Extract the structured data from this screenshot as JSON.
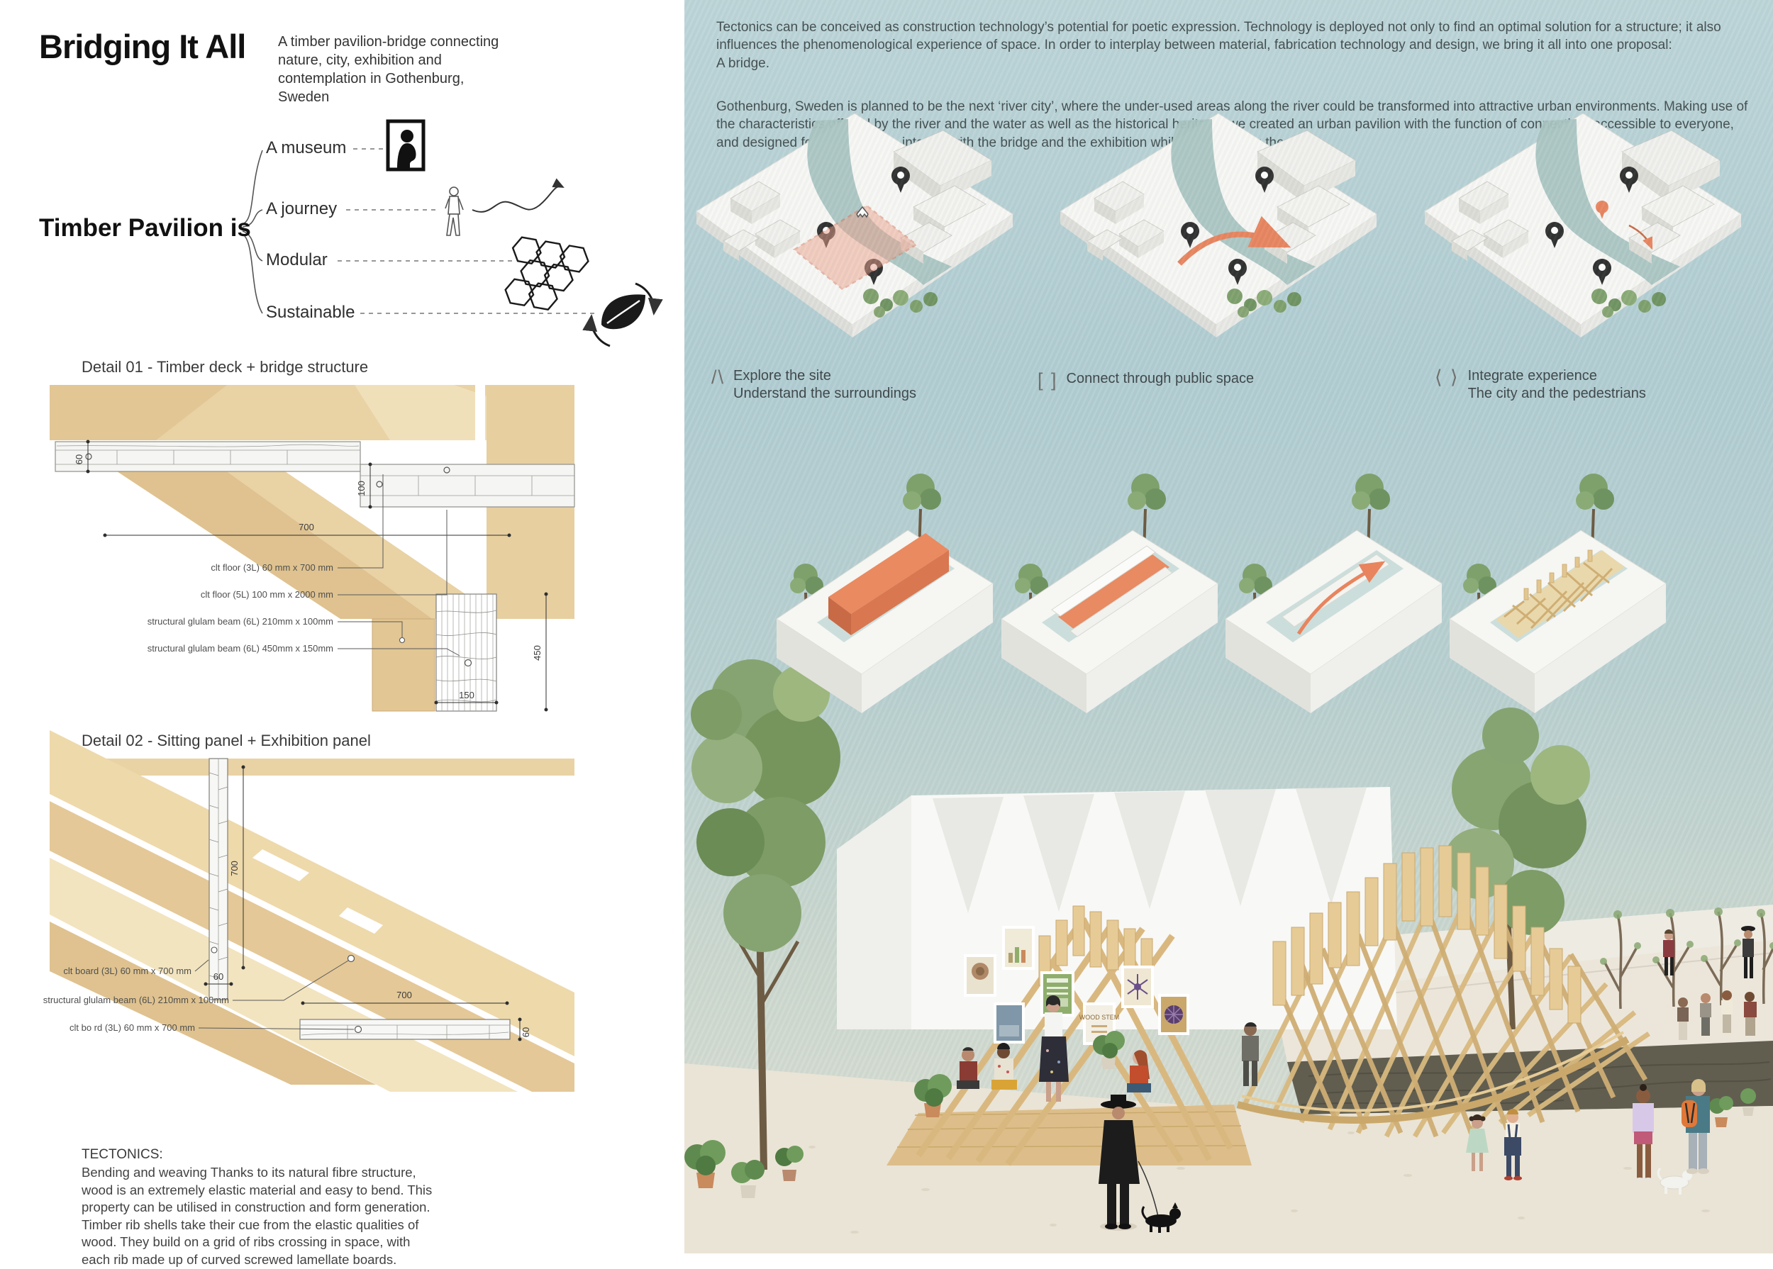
{
  "header": {
    "title": "Bridging It All",
    "subtitle": "A timber pavilion-bridge connecting nature, city, exhibition and contemplation in Gothenburg, Sweden"
  },
  "concept": {
    "root": "Timber Pavilion is",
    "branches": [
      "A museum",
      "A journey",
      "Modular",
      "Sustainable"
    ]
  },
  "detail01": {
    "title": "Detail 01 - Timber deck + bridge structure",
    "annotations": [
      "clt floor (3L) 60 mm x 700 mm",
      "clt floor (5L) 100 mm x 2000 mm",
      "structural glulam beam (6L) 210mm x 100mm",
      "structural glulam beam (6L) 450mm x 150mm"
    ],
    "dims": {
      "deck_left": "60",
      "deck_right": "100",
      "span": "700",
      "column_height": "450",
      "column_width": "150"
    }
  },
  "detail02": {
    "title": "Detail 02 - Sitting panel + Exhibition panel",
    "annotations": [
      "clt board (3L) 60 mm x 700 mm",
      "structural glulam beam (6L) 210mm x 100mm",
      "clt bo rd (3L) 60 mm x 700 mm"
    ],
    "dims": {
      "panel_height": "700",
      "panel_width": "60",
      "board_span": "700",
      "board_thickness": "60"
    }
  },
  "tectonics": {
    "heading": "TECTONICS:",
    "body": "Bending and weaving Thanks to its natural fibre structure, wood is an extremely elastic material and easy to bend. This property can be utilised in construction and form generation. Timber rib shells take their cue from the elastic qualities of wood. They build on a grid of ribs crossing in space, with each rib made up of curved screwed lamellate boards."
  },
  "right": {
    "para1": "Tectonics can be conceived as construction technology’s potential for poetic expression. Technology is deployed not only to find an optimal solution for a structure; it also influences the phenomenological experience of space. In order to interplay between material, fabrication technology and design, we bring it all into one proposal:\nA bridge.",
    "para2": "Gothenburg, Sweden is planned to be the next ‘river city’, where the under-used areas along the river could be transformed into attractive urban environments. Making use of the characteristics offered by the river and the water as well as the historical heritage; we created an urban pavilion with the function of connecting, accessible to everyone, and designed for the people to interact with the bridge and the exhibition while experiencing the city.",
    "captions": [
      {
        "glyph": "/\\",
        "line1": "Explore the site",
        "line2": "Understand the surroundings"
      },
      {
        "glyph": "[ ]",
        "line1": "Connect through public space",
        "line2": ""
      },
      {
        "glyph": "⟨ ⟩",
        "line1": "Integrate experience",
        "line2": "The city and the pedestrians"
      }
    ],
    "poster_label": "WOOD STEM"
  },
  "colors": {
    "accent_orange": "#e8845e",
    "sky": "#b7d0d4",
    "water_channel": "#a9c4c1",
    "river_dark": "#615e50",
    "wood_light": "#ecd6a4",
    "wood_mid": "#dfc28f",
    "site_pink": "#eab0a0",
    "ground": "#eae4d8"
  }
}
